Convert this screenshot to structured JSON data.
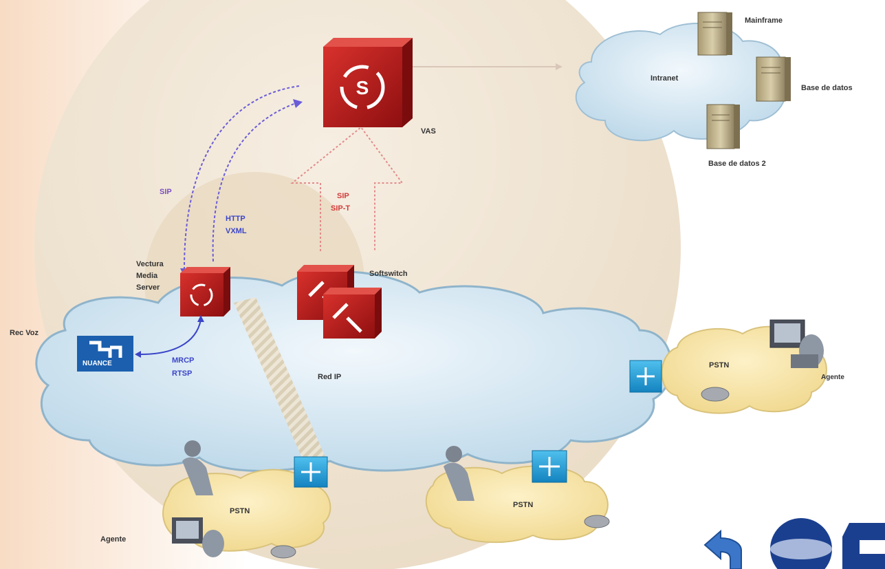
{
  "labels": {
    "mainframe": "Mainframe",
    "intranet": "Intranet",
    "base_de_datos": "Base de datos",
    "base_de_datos_2": "Base de datos 2",
    "vas": "VAS",
    "sip_left": "SIP",
    "http": "HTTP",
    "vxml": "VXML",
    "sip_center": "SIP",
    "sip_t": "SIP-T",
    "vectura": "Vectura\nMedia\nServer",
    "softswitch": "Softswitch",
    "rec_voz": "Rec Voz",
    "nuance": "NUANCE",
    "mrcp": "MRCP",
    "rtsp": "RTSP",
    "red_ip": "Red IP",
    "pstn_right": "PSTN",
    "agente_right": "Agente",
    "pstn_bottom_left": "PSTN",
    "pstn_bottom_center": "PSTN",
    "agente_bottom": "Agente"
  },
  "colors": {
    "background_left": "#fbe7d6",
    "sphere": "#efe4d2",
    "cloud_blue": "#cfe4f0",
    "cloud_yellow": "#f6e4a8",
    "server_red": "#b51c1c",
    "protocol_blue": "#3a45c8",
    "protocol_red": "#d23b3b",
    "router_blue": "#1e9ad6"
  }
}
